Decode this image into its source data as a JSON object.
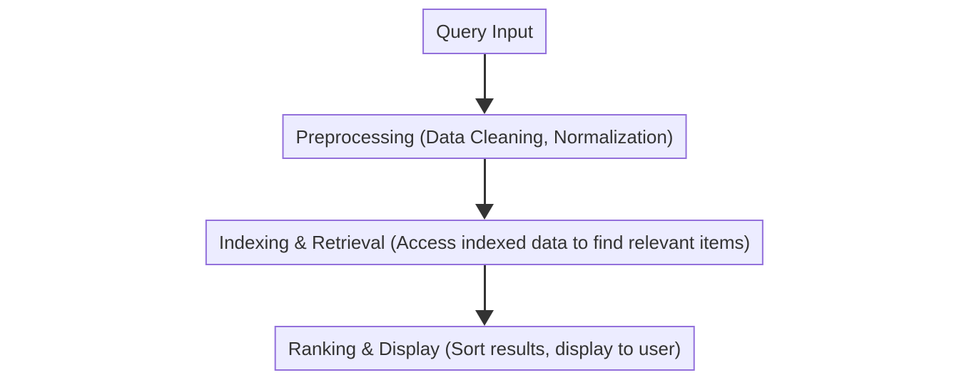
{
  "diagram": {
    "type": "flowchart",
    "direction": "top-down",
    "colors": {
      "background": "#ffffff",
      "node_fill": "#ECECFF",
      "node_border": "#9370DB",
      "node_text": "#333333",
      "arrow": "#333333"
    },
    "nodes": [
      {
        "id": "query_input",
        "label": "Query Input"
      },
      {
        "id": "preprocessing",
        "label": "Preprocessing (Data Cleaning, Normalization)"
      },
      {
        "id": "indexing_retrieval",
        "label": "Indexing & Retrieval (Access indexed data to find relevant items)"
      },
      {
        "id": "ranking_display",
        "label": "Ranking & Display (Sort results, display to user)"
      }
    ],
    "edges": [
      {
        "from": "query_input",
        "to": "preprocessing"
      },
      {
        "from": "preprocessing",
        "to": "indexing_retrieval"
      },
      {
        "from": "indexing_retrieval",
        "to": "ranking_display"
      }
    ]
  }
}
